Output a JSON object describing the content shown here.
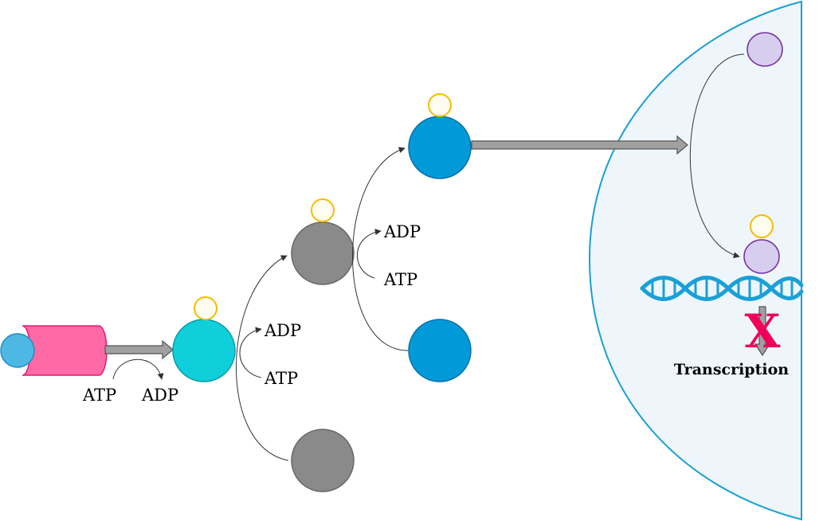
{
  "labels": {
    "atp_receptor": "ATP",
    "adp_receptor": "ADP",
    "adp_step1": "ADP",
    "atp_step1": "ATP",
    "adp_step2": "ADP",
    "atp_step2": "ATP",
    "transcription": "Transcription",
    "block_mark": "X"
  },
  "colors": {
    "receptor": "#ff69a5",
    "ligand": "#4eb8e4",
    "kinase_active_1": "#0ecfda",
    "kinase_inactive": "#8a8a8a",
    "kinase_active_3": "#009ad8",
    "phosphate_fill": "#fffdf0",
    "phosphate_stroke": "#f5bc00",
    "transcription_factor": "#d7cdee",
    "transcription_factor_stroke": "#7030a0",
    "nucleus_fill": "#eef6fc",
    "nucleus_stroke": "#1a9fd4",
    "dna": "#1aa0d8",
    "block_mark": "#f0005a",
    "arrow_fill": "#a0a0a0"
  }
}
